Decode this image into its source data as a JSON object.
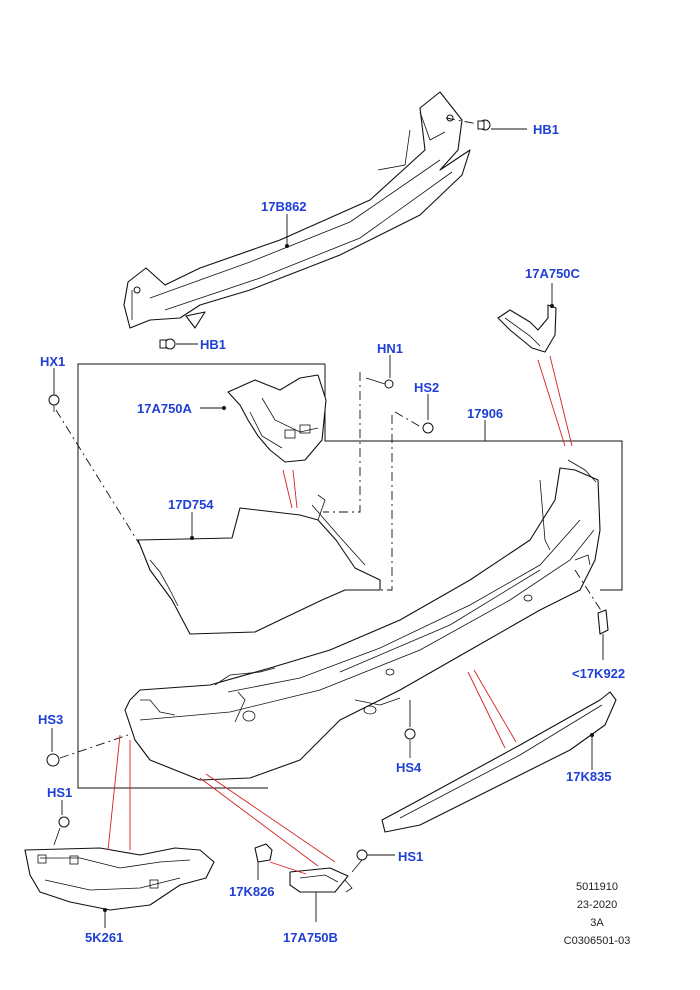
{
  "callouts": {
    "hb1_top": "HB1",
    "hb1_mid": "HB1",
    "p17b862": "17B862",
    "p17a750c": "17A750C",
    "hx1": "HX1",
    "hn1": "HN1",
    "hs2": "HS2",
    "p17a750a": "17A750A",
    "p17906": "17906",
    "p17d754": "17D754",
    "p17k922": "<17K922",
    "hs3": "HS3",
    "hs4": "HS4",
    "p17k835": "17K835",
    "hs1_left": "HS1",
    "hs1_right": "HS1",
    "p17k826": "17K826",
    "p5k261": "5K261",
    "p17a750b": "17A750B"
  },
  "footer": {
    "line1": "5011910",
    "line2": "23-2020",
    "line3": "3A",
    "line4": "C0306501-03"
  },
  "colors": {
    "callout": "#1f3fd6",
    "leader_red": "#d42020",
    "line": "#111111"
  }
}
